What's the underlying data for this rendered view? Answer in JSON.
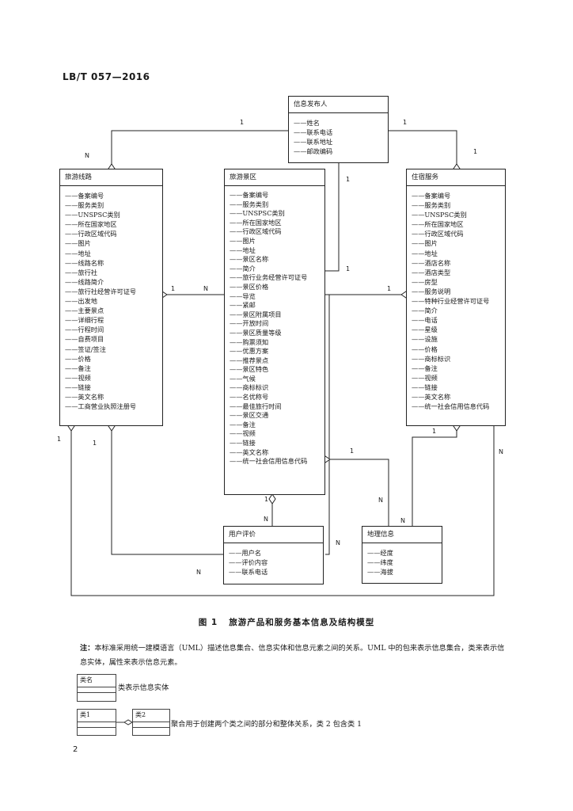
{
  "header": {
    "standard_code": "LB/T 057—2016"
  },
  "diagram": {
    "info_publisher": {
      "title": "信息发布人",
      "attributes": [
        "——姓名",
        "——联系电话",
        "——联系地址",
        "——邮政编码"
      ]
    },
    "travel_route": {
      "title": "旅游线路",
      "attributes": [
        "——备案编号",
        "——服务类别",
        "——UNSPSC类别",
        "——所在国家地区",
        "——行政区域代码",
        "——图片",
        "——地址",
        "——线路名称",
        "——旅行社",
        "——线路简介",
        "——旅行社经营许可证号",
        "——出发地",
        "——主要景点",
        "——详细行程",
        "——行程时间",
        "——自费项目",
        "——签证/签注",
        "——价格",
        "——备注",
        "——视频",
        "——链接",
        "——英文名称",
        "——工商营业执照注册号"
      ]
    },
    "scenic_area": {
      "title": "旅游景区",
      "attributes": [
        "——备案编号",
        "——服务类别",
        "——UNSPSC类别",
        "——所在国家地区",
        "——行政区域代码",
        "——图片",
        "——地址",
        "——景区名称",
        "——简介",
        "——旅行业务经营许可证号",
        "——景区价格",
        "——导览",
        "——紧邮",
        "——景区附属项目",
        "——开放时间",
        "——景区质量等级",
        "——购票须知",
        "——优惠方案",
        "——推荐景点",
        "——景区特色",
        "——气候",
        "——商标标识",
        "——名优称号",
        "——最佳旅行时间",
        "——景区交通",
        "——备注",
        "——视频",
        "——链接",
        "——英文名称",
        "——统一社会信用信息代码"
      ]
    },
    "accommodation": {
      "title": "住宿服务",
      "attributes": [
        "——备案编号",
        "——服务类别",
        "——UNSPSC类别",
        "——所在国家地区",
        "——行政区域代码",
        "——图片",
        "——地址",
        "——酒店名称",
        "——酒店类型",
        "——房型",
        "——服务说明",
        "——特种行业经营许可证号",
        "——简介",
        "——电话",
        "——星级",
        "——设施",
        "——价格",
        "——商标标识",
        "——备注",
        "——视频",
        "——链接",
        "——英文名称",
        "——统一社会信用信息代码"
      ]
    },
    "user_review": {
      "title": "用户评价",
      "attributes": [
        "——用户名",
        "——评价内容",
        "——联系电话"
      ]
    },
    "geo_info": {
      "title": "地理信息",
      "attributes": [
        "——经度",
        "——纬度",
        "——海拔"
      ]
    },
    "multiplicity": {
      "one": "1",
      "many": "N"
    }
  },
  "figure": {
    "number": "图 1",
    "caption": "旅游产品和服务基本信息及结构模型"
  },
  "note": {
    "lead": "注：",
    "text": "本标准采用统一建模语言（UML）描述信息集合、信息实体和信息元素之间的关系。UML 中的包来表示信息集合，类来表示信息实体，属性来表示信息元素。"
  },
  "legend": {
    "class_name": "类名",
    "class_desc": "类表示信息实体",
    "class1": "类1",
    "class2": "类2",
    "aggregation_desc": "聚合用于创建两个类之间的部分和整体关系，类 2 包含类 1"
  },
  "page_number": "2"
}
